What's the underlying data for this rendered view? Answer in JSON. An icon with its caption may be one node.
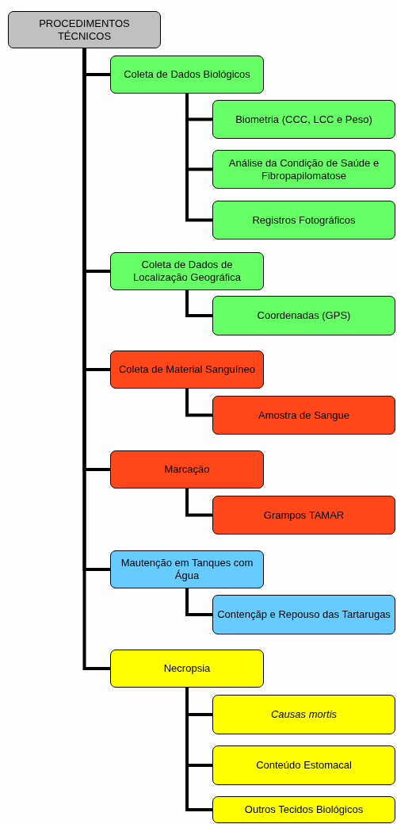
{
  "diagram": {
    "nodes": [
      {
        "text": [
          "PROCEDIMENTOS TÉCNICOS"
        ]
      },
      {
        "text": [
          "Coleta de Dados Biológicos"
        ]
      },
      {
        "text": [
          "Biometria (CCC, LCC e Peso)"
        ]
      },
      {
        "text": [
          "Análise da Condição de Saúde e Fibropapilomatose"
        ]
      },
      {
        "text": [
          "Registros Fotográficos"
        ]
      },
      {
        "text": [
          "Coleta de Dados de Localização Geográfica"
        ]
      },
      {
        "text": [
          "Coordenadas (GPS)"
        ]
      },
      {
        "text": [
          "Coleta de Material Sanguíneo"
        ]
      },
      {
        "text": [
          "Amostra de Sangue"
        ]
      },
      {
        "text": [
          "Marcação"
        ]
      },
      {
        "text": [
          "Grampos TAMAR"
        ]
      },
      {
        "text": [
          "Mautenção em Tanques com Água"
        ]
      },
      {
        "text": [
          "Contençãp e Repouso das Tartarugas"
        ]
      },
      {
        "text": [
          "Necropsia"
        ]
      },
      {
        "text": [
          "Causas mortis"
        ]
      },
      {
        "text": [
          "Conteúdo Estomacal"
        ]
      },
      {
        "text": [
          "Outros Tecidos Biológicos"
        ]
      }
    ],
    "edges": [
      {
        "from": 0,
        "to": 1,
        "arrow": "none"
      },
      {
        "from": 0,
        "to": 5,
        "arrow": "none"
      },
      {
        "from": 0,
        "to": 7,
        "arrow": "none"
      },
      {
        "from": 0,
        "to": 9,
        "arrow": "none"
      },
      {
        "from": 0,
        "to": 11,
        "arrow": "none"
      },
      {
        "from": 0,
        "to": 13,
        "arrow": "none"
      },
      {
        "from": 1,
        "to": 2,
        "arrow": "none"
      },
      {
        "from": 1,
        "to": 3,
        "arrow": "none"
      },
      {
        "from": 1,
        "to": 4,
        "arrow": "none"
      },
      {
        "from": 5,
        "to": 6,
        "arrow": "none"
      },
      {
        "from": 7,
        "to": 8,
        "arrow": "none"
      },
      {
        "from": 9,
        "to": 10,
        "arrow": "none"
      },
      {
        "from": 11,
        "to": 12,
        "arrow": "none"
      },
      {
        "from": 13,
        "to": 14,
        "arrow": "none"
      },
      {
        "from": 13,
        "to": 15,
        "arrow": "none"
      },
      {
        "from": 13,
        "to": 16,
        "arrow": "none"
      }
    ]
  }
}
